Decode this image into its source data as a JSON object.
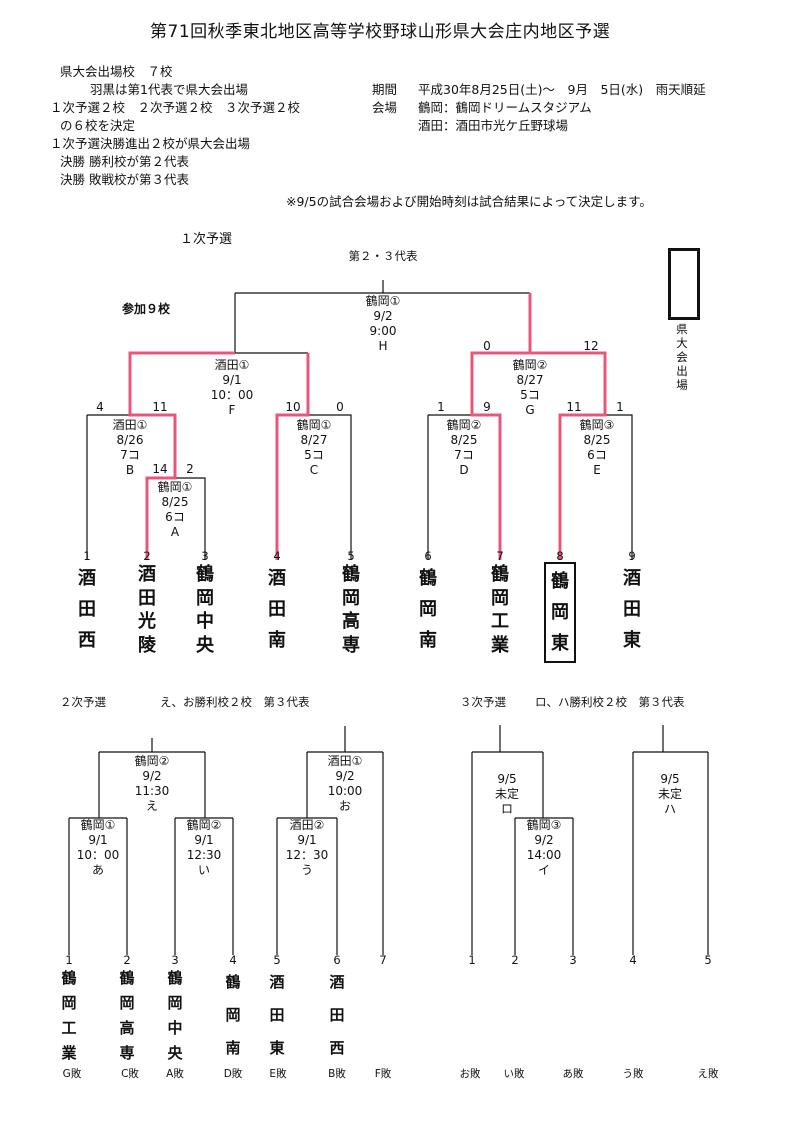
{
  "title": "第71回秋季東北地区高等学校野球山形県大会庄内地区予選",
  "info": {
    "l1": "県大会出場校　７校",
    "l2": "羽黒は第1代表で県大会出場",
    "l3": "１次予選２校　２次予選２校　３次予選２校",
    "l4": "の６校を決定",
    "l5": "１次予選決勝進出２校が県大会出場",
    "l6": "決勝 勝利校が第２代表",
    "l7": "決勝 敗戦校が第３代表",
    "period_label": "期間",
    "period": "平成30年8月25日(土)～　9月　5日(水)　雨天順延",
    "venue_label": "会場",
    "venue1": "鶴岡：鶴岡ドリームスタジアム",
    "venue2": "酒田：酒田市光ケ丘野球場",
    "note": "※9/5の試合会場および開始時刻は試合結果によって決定します。"
  },
  "first": {
    "heading": "１次予選",
    "final_label": "第２・３代表",
    "participants": "参加９校",
    "qualify_label": "県大会出場",
    "matches": {
      "H": [
        "鶴岡①",
        "9/2",
        "9:00",
        "H"
      ],
      "F": [
        "酒田①",
        "9/1",
        "10：00",
        "F"
      ],
      "G": [
        "鶴岡②",
        "8/27",
        "5コ",
        "G"
      ],
      "B": [
        "酒田①",
        "8/26",
        "7コ",
        "B"
      ],
      "A": [
        "鶴岡①",
        "8/25",
        "6コ",
        "A"
      ],
      "C": [
        "鶴岡①",
        "8/27",
        "5コ",
        "C"
      ],
      "D": [
        "鶴岡②",
        "8/25",
        "7コ",
        "D"
      ],
      "E": [
        "鶴岡③",
        "8/25",
        "6コ",
        "E"
      ]
    },
    "scores": {
      "f_l": "4",
      "f_r": "11",
      "c_l": "10",
      "c_r": "0",
      "a_l": "14",
      "a_r": "2",
      "g_l": "0",
      "g_r": "12",
      "d_l": "1",
      "d_r": "9",
      "e_l": "11",
      "e_r": "1"
    },
    "numbers": [
      "1",
      "2",
      "3",
      "4",
      "5",
      "6",
      "7",
      "8",
      "9"
    ],
    "teams": [
      "酒田西",
      "酒田光陵",
      "鶴岡中央",
      "酒田南",
      "鶴岡高専",
      "鶴岡南",
      "鶴岡工業",
      "鶴岡東",
      "酒田東"
    ]
  },
  "second": {
    "heading": "２次予選",
    "desc": "え、お勝利校２校　第３代表",
    "matches": {
      "E": [
        "鶴岡②",
        "9/2",
        "11:30",
        "え"
      ],
      "O": [
        "酒田①",
        "9/2",
        "10:00",
        "お"
      ],
      "A": [
        "鶴岡①",
        "9/1",
        "10：00",
        "あ"
      ],
      "I": [
        "鶴岡②",
        "9/1",
        "12:30",
        "い"
      ],
      "U": [
        "酒田②",
        "9/1",
        "12：30",
        "う"
      ]
    },
    "numbers": [
      "1",
      "2",
      "3",
      "4",
      "5",
      "6",
      "7"
    ],
    "teams": [
      "鶴岡工業",
      "鶴岡高専",
      "鶴岡中央",
      "鶴岡南",
      "酒田東",
      "酒田西"
    ],
    "subs": [
      "G敗",
      "C敗",
      "A敗",
      "D敗",
      "E敗",
      "B敗",
      "F敗"
    ]
  },
  "third": {
    "heading": "３次予選",
    "desc": "ロ、ハ勝利校２校　第３代表",
    "matches": {
      "RO": [
        "9/5",
        "未定",
        "ロ"
      ],
      "HA": [
        "9/5",
        "未定",
        "ハ"
      ],
      "I": [
        "鶴岡③",
        "9/2",
        "14:00",
        "イ"
      ]
    },
    "numbers": [
      "1",
      "2",
      "3",
      "4",
      "5"
    ],
    "subs": [
      "お敗",
      "い敗",
      "あ敗",
      "う敗",
      "え敗"
    ]
  },
  "colors": {
    "win": "#e8577a",
    "line": "#111111"
  }
}
